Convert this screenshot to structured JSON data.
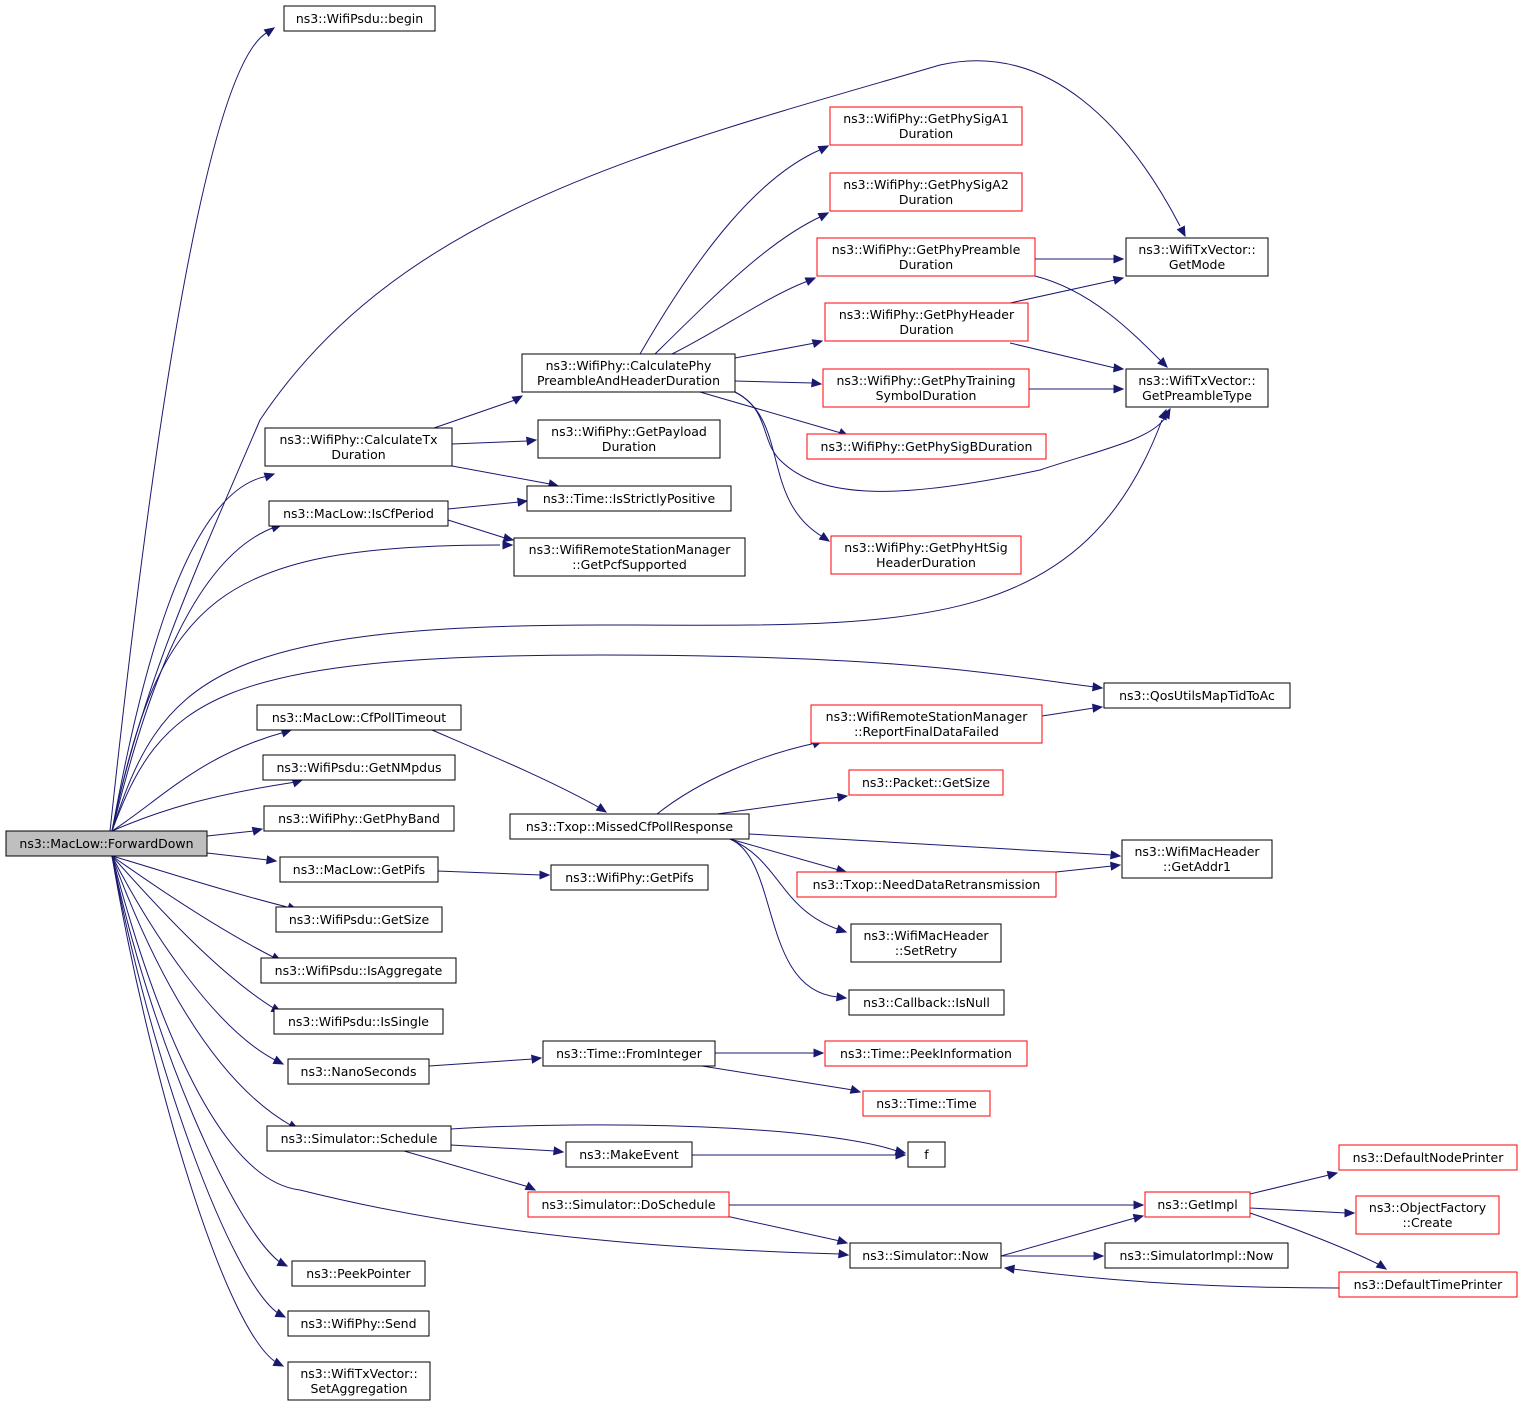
{
  "colors": {
    "edge": "#191970",
    "node_border": "#000000",
    "node_border_incomplete": "#ff0000",
    "root_fill": "#bfbfbf"
  },
  "nodes": [
    {
      "id": "forwarddown",
      "lines": [
        "ns3::MacLow::ForwardDown"
      ],
      "root": true
    },
    {
      "id": "psdu-begin",
      "lines": [
        "ns3::WifiPsdu::begin"
      ]
    },
    {
      "id": "calctx",
      "lines": [
        "ns3::WifiPhy::CalculateTx",
        "Duration"
      ]
    },
    {
      "id": "iscfperiod",
      "lines": [
        "ns3::MacLow::IsCfPeriod"
      ]
    },
    {
      "id": "cfpolltimeout",
      "lines": [
        "ns3::MacLow::CfPollTimeout"
      ]
    },
    {
      "id": "getnmpdus",
      "lines": [
        "ns3::WifiPsdu::GetNMpdus"
      ]
    },
    {
      "id": "getphyband",
      "lines": [
        "ns3::WifiPhy::GetPhyBand"
      ]
    },
    {
      "id": "maclow-getpifs",
      "lines": [
        "ns3::MacLow::GetPifs"
      ]
    },
    {
      "id": "psdu-getsize",
      "lines": [
        "ns3::WifiPsdu::GetSize"
      ]
    },
    {
      "id": "isaggregate",
      "lines": [
        "ns3::WifiPsdu::IsAggregate"
      ]
    },
    {
      "id": "issingle",
      "lines": [
        "ns3::WifiPsdu::IsSingle"
      ]
    },
    {
      "id": "nanoseconds",
      "lines": [
        "ns3::NanoSeconds"
      ]
    },
    {
      "id": "schedule",
      "lines": [
        "ns3::Simulator::Schedule"
      ]
    },
    {
      "id": "peekpointer",
      "lines": [
        "ns3::PeekPointer"
      ]
    },
    {
      "id": "send",
      "lines": [
        "ns3::WifiPhy::Send"
      ]
    },
    {
      "id": "setaggregation",
      "lines": [
        "ns3::WifiTxVector::",
        "SetAggregation"
      ]
    },
    {
      "id": "calcphypreamble",
      "lines": [
        "ns3::WifiPhy::CalculatePhy",
        "PreambleAndHeaderDuration"
      ]
    },
    {
      "id": "getpayload",
      "lines": [
        "ns3::WifiPhy::GetPayload",
        "Duration"
      ]
    },
    {
      "id": "isstrictlypositive",
      "lines": [
        "ns3::Time::IsStrictlyPositive"
      ]
    },
    {
      "id": "getpcfsupported",
      "lines": [
        "ns3::WifiRemoteStationManager",
        "::GetPcfSupported"
      ]
    },
    {
      "id": "missedcfpoll",
      "lines": [
        "ns3::Txop::MissedCfPollResponse"
      ]
    },
    {
      "id": "wifiphy-getpifs",
      "lines": [
        "ns3::WifiPhy::GetPifs"
      ]
    },
    {
      "id": "frominteger",
      "lines": [
        "ns3::Time::FromInteger"
      ]
    },
    {
      "id": "makeevent",
      "lines": [
        "ns3::MakeEvent"
      ]
    },
    {
      "id": "doschedule",
      "lines": [
        "ns3::Simulator::DoSchedule"
      ],
      "red": true
    },
    {
      "id": "sigA1",
      "lines": [
        "ns3::WifiPhy::GetPhySigA1",
        "Duration"
      ],
      "red": true
    },
    {
      "id": "sigA2",
      "lines": [
        "ns3::WifiPhy::GetPhySigA2",
        "Duration"
      ],
      "red": true
    },
    {
      "id": "preambledur",
      "lines": [
        "ns3::WifiPhy::GetPhyPreamble",
        "Duration"
      ],
      "red": true
    },
    {
      "id": "headerdur",
      "lines": [
        "ns3::WifiPhy::GetPhyHeader",
        "Duration"
      ],
      "red": true
    },
    {
      "id": "trainingdur",
      "lines": [
        "ns3::WifiPhy::GetPhyTraining",
        "SymbolDuration"
      ],
      "red": true
    },
    {
      "id": "sigBdur",
      "lines": [
        "ns3::WifiPhy::GetPhySigBDuration"
      ],
      "red": true
    },
    {
      "id": "htsigdur",
      "lines": [
        "ns3::WifiPhy::GetPhyHtSig",
        "HeaderDuration"
      ],
      "red": true
    },
    {
      "id": "reportfinal",
      "lines": [
        "ns3::WifiRemoteStationManager",
        "::ReportFinalDataFailed"
      ],
      "red": true
    },
    {
      "id": "packet-getsize",
      "lines": [
        "ns3::Packet::GetSize"
      ],
      "red": true
    },
    {
      "id": "needretrans",
      "lines": [
        "ns3::Txop::NeedDataRetransmission"
      ],
      "red": true
    },
    {
      "id": "setretry",
      "lines": [
        "ns3::WifiMacHeader",
        "::SetRetry"
      ]
    },
    {
      "id": "isnull",
      "lines": [
        "ns3::Callback::IsNull"
      ]
    },
    {
      "id": "peekinfo",
      "lines": [
        "ns3::Time::PeekInformation"
      ],
      "red": true
    },
    {
      "id": "time-time",
      "lines": [
        "ns3::Time::Time"
      ],
      "red": true
    },
    {
      "id": "f",
      "lines": [
        "f"
      ]
    },
    {
      "id": "sim-now",
      "lines": [
        "ns3::Simulator::Now"
      ]
    },
    {
      "id": "getmode",
      "lines": [
        "ns3::WifiTxVector::",
        "GetMode"
      ]
    },
    {
      "id": "getpreambletype",
      "lines": [
        "ns3::WifiTxVector::",
        "GetPreambleType"
      ]
    },
    {
      "id": "qosutils",
      "lines": [
        "ns3::QosUtilsMapTidToAc"
      ]
    },
    {
      "id": "getaddr1",
      "lines": [
        "ns3::WifiMacHeader",
        "::GetAddr1"
      ]
    },
    {
      "id": "getimpl",
      "lines": [
        "ns3::GetImpl"
      ],
      "red": true
    },
    {
      "id": "simimpl-now",
      "lines": [
        "ns3::SimulatorImpl::Now"
      ]
    },
    {
      "id": "defaultnodeprinter",
      "lines": [
        "ns3::DefaultNodePrinter"
      ],
      "red": true
    },
    {
      "id": "objectfactory",
      "lines": [
        "ns3::ObjectFactory",
        "::Create"
      ],
      "red": true
    },
    {
      "id": "defaulttimeprinter",
      "lines": [
        "ns3::DefaultTimePrinter"
      ],
      "red": true
    }
  ]
}
